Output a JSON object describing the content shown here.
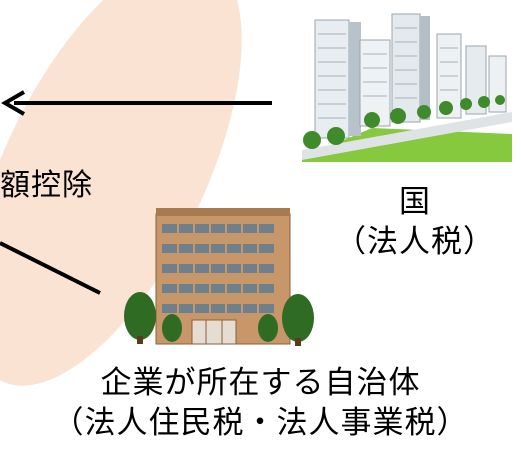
{
  "labels": {
    "deduction": "額控除",
    "country_name": "国",
    "country_tax": "（法人税）",
    "company_title": "企業が所在する自治体",
    "company_tax": "（法人住民税・法人事業税）"
  },
  "colors": {
    "ellipse": "#fbe3d4",
    "arrow": "#000000",
    "grass": "#7cc43a",
    "building_brown": "#c7976a",
    "tree": "#2f6b22"
  }
}
